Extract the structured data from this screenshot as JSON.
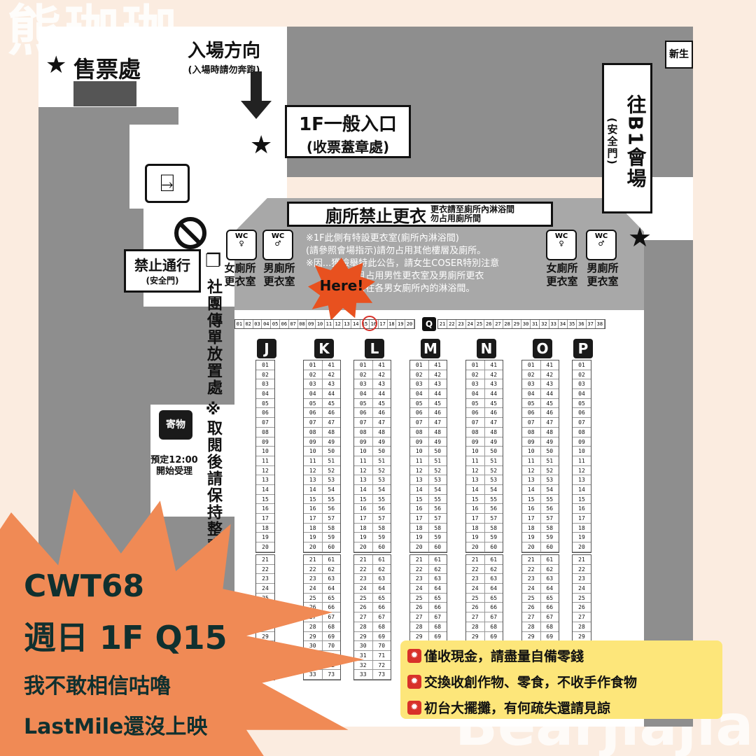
{
  "watermark": {
    "top": "熊珈珈",
    "bottom": "Bearjiajia"
  },
  "ticket": {
    "label": "售票處"
  },
  "entrance_direction": {
    "title": "入場方向",
    "subtitle": "(入場時請勿奔跑)"
  },
  "entrance": {
    "title": "1F一般入口",
    "subtitle": "(收票蓋章處)"
  },
  "b1_exit": {
    "title": "往B1會場",
    "subtitle": "(安全門)"
  },
  "top_right_label": "新生",
  "no_pass": {
    "title": "禁止通行",
    "subtitle": "(安全門)"
  },
  "toilet_banner": {
    "title": "廁所禁止更衣",
    "note_line1": "更衣請至廁所內淋浴間",
    "note_line2": "勿占用廁所間"
  },
  "wc_labels": {
    "wc": "WC",
    "room": "更衣室",
    "female": "女廁所",
    "male": "男廁所",
    "changing": "更衣室"
  },
  "notices": [
    "※1F此側有特設更衣室(廁所內淋浴間)",
    "(請參照會場指示)請勿占用其他樓層及廁所。",
    "※因...獲檢舉特此公告，請女生COSER特別注意",
    "...且占用男性更衣室及男廁所更衣",
    "...皆在各男女廁所內的淋浴間。"
  ],
  "here_label": "Here!",
  "flyer_area": "社團傳單放置處",
  "flyer_note": "※取閱後請保持整齊",
  "baggage": {
    "label": "寄物",
    "note_line1": "預定12:00",
    "note_line2": "開始受理"
  },
  "top_numbers_left": [
    "01",
    "02",
    "03",
    "04",
    "05",
    "06",
    "07",
    "08",
    "09",
    "10",
    "11",
    "12",
    "13",
    "14",
    "15",
    "16",
    "17",
    "18",
    "19",
    "20"
  ],
  "top_numbers_mid": "Q",
  "top_numbers_right": [
    "21",
    "22",
    "23",
    "24",
    "25",
    "26",
    "27",
    "28",
    "29",
    "30",
    "31",
    "32",
    "33",
    "34",
    "35",
    "36",
    "37",
    "38"
  ],
  "columns": [
    "J",
    "K",
    "L",
    "M",
    "N",
    "O",
    "P"
  ],
  "promo": {
    "event": "CWT68",
    "booth": "週日 1F Q15",
    "line1": "我不敢相信咕嚕",
    "line2": "LastMile還沒上映"
  },
  "rules": [
    "僅收現金，請盡量自備零錢",
    "交換收創作物、零食，不收手作食物",
    "初台大擺攤，有何疏失還請見諒"
  ],
  "colors": {
    "bg": "#fbece0",
    "gray": "#8e8e8e",
    "burst": "#f08a55",
    "notice_bg": "#fde67a",
    "here": "#e8511f"
  }
}
